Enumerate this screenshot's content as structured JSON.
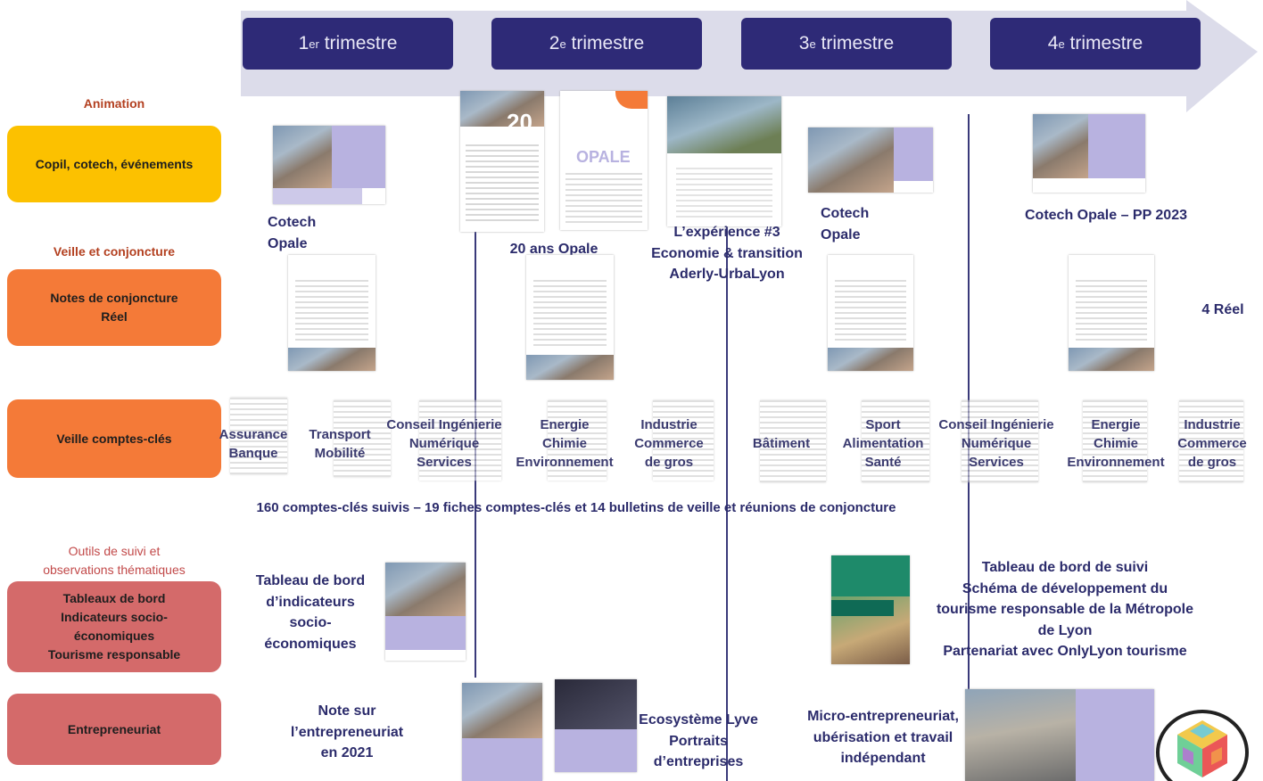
{
  "colors": {
    "quarter_box": "#2e2a77",
    "arrow": "#dcdcea",
    "copil": "#fcc100",
    "orange": "#f47a38",
    "red": "#d46a6a",
    "text_dark_blue": "#2b2b6b"
  },
  "quarters": [
    {
      "num": "1",
      "sup": "er",
      "label": "trimestre"
    },
    {
      "num": "2",
      "sup": "e",
      "label": "trimestre"
    },
    {
      "num": "3",
      "sup": "e",
      "label": "trimestre"
    },
    {
      "num": "4",
      "sup": "e",
      "label": "trimestre"
    }
  ],
  "sections": {
    "animation": "Animation",
    "veille": "Veille et conjoncture",
    "outils_1": "Outils de suivi et",
    "outils_2": "observations thématiques"
  },
  "categories": {
    "copil": "Copil, cotech, événements",
    "notes_1": "Notes de conjoncture",
    "notes_2": "Réel",
    "veille_cc": "Veille comptes-clés",
    "tableaux_1": "Tableaux de bord",
    "tableaux_2": "Indicateurs socio-",
    "tableaux_3": "économiques",
    "tableaux_4": "Tourisme responsable",
    "entrepreneuriat": "Entrepreneuriat"
  },
  "events": {
    "cotech1_1": "Cotech",
    "cotech1_2": "Opale",
    "anniversary": "20 ans Opale",
    "experience_1": "L’expérience #3",
    "experience_2": "Economie & transition",
    "experience_3": "Aderly-UrbaLyon",
    "cotech3_1": "Cotech",
    "cotech3_2": "Opale",
    "cotech4": "Cotech Opale – PP 2023",
    "reel4": "4 Réel"
  },
  "veille_labels": [
    [
      "Assurance",
      "Banque"
    ],
    [
      "Transport",
      "Mobilité"
    ],
    [
      "Conseil Ingénierie",
      "Numérique",
      "Services"
    ],
    [
      "Energie",
      "Chimie",
      "Environnement"
    ],
    [
      "Industrie",
      "Commerce",
      "de gros"
    ],
    [
      "Bâtiment"
    ],
    [
      "Sport",
      "Alimentation",
      "Santé"
    ],
    [
      "Conseil Ingénierie",
      "Numérique",
      "Services"
    ],
    [
      "Energie",
      "Chimie",
      "Environnement"
    ],
    [
      "Industrie",
      "Commerce",
      "de gros"
    ]
  ],
  "summary": "160 comptes-clés suivis – 19 fiches comptes-clés et 14 bulletins de veille et réunions de conjoncture",
  "tableau": {
    "l1": "Tableau de bord",
    "l2": "d’indicateurs",
    "l3": "socio-",
    "l4": "économiques"
  },
  "tourisme": {
    "l1": "Tableau de bord de suivi",
    "l2": "Schéma de développement du",
    "l3": "tourisme responsable de la Métropole",
    "l4": "de Lyon",
    "l5": "Partenariat avec OnlyLyon tourisme"
  },
  "entre": {
    "note_1": "Note sur",
    "note_2": "l’entrepreneuriat",
    "note_3": "en 2021",
    "eco_1": "Ecosystème Lyve",
    "eco_2": "Portraits",
    "eco_3": "d’entreprises",
    "micro_1": "Micro-entrepreneuriat,",
    "micro_2": "ubérisation et travail",
    "micro_3": "indépendant"
  },
  "doc_text": {
    "opale": "OPALE",
    "twenty": "20"
  }
}
